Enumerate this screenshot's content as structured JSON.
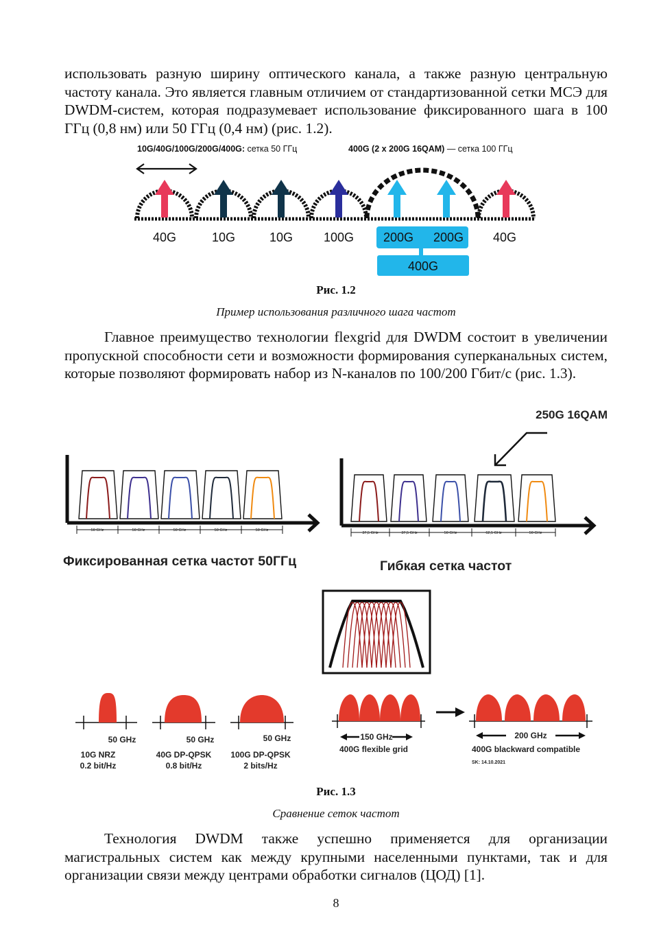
{
  "paragraphs": {
    "p1": "использовать разную ширину оптического канала, а также разную центральную частоту канала. Это является главным отличием от стандартизованной сетки МСЭ для DWDM-систем, которая подразумевает использование фиксированного шага в 100 ГГц (0,8 нм) или 50 ГГц (0,4 нм) (рис. 1.2).",
    "p2": "Главное преимущество технологии flexgrid для DWDM состоит в увеличении пропускной способности сети и возможности формирования суперканальных систем, которые позволяют формировать набор из N-каналов по 100/200 Гбит/с (рис. 1.3).",
    "p3": "Технология DWDM также успешно применяется для организации магистральных систем как между крупными населенными пунктами, так и для организации связи между центрами обработки сигналов (ЦОД) [1]."
  },
  "figure1": {
    "label_left_bold": "10G/40G/100G/200G/400G:",
    "label_left_rest": " сетка 50 ГГц",
    "label_right_bold": "400G (2 x 200G 16QAM)",
    "label_right_rest": " — сетка 100 ГГц",
    "channels": [
      "40G",
      "10G",
      "10G",
      "100G",
      "200G",
      "200G",
      "40G"
    ],
    "super_label": "400G",
    "caption_num": "Рис. 1.2",
    "caption_text": "Пример использования различного шага частот",
    "colors": {
      "red": "#e8395a",
      "navy": "#10344a",
      "blue": "#2a2e9c",
      "cyan": "#22b6ea"
    }
  },
  "figure2": {
    "top_right_label": "250G 16QAM",
    "left_title": "Фиксированная сетка частот 50ГГц",
    "right_title": "Гибкая сетка частот",
    "left_spacings": [
      "50 GHz",
      "50 GHz",
      "50 GHz",
      "50 GHz",
      "50 GHz"
    ],
    "right_spacings": [
      "37,5 GHz",
      "37,5 GHz",
      "50 GHz",
      "62,5 GHz",
      "50 GHz"
    ],
    "bottom_items": [
      {
        "spacing": "50 GHz",
        "line1": "10G NRZ",
        "line2": "0.2 bit/Hz"
      },
      {
        "spacing": "50 GHz",
        "line1": "40G DP-QPSK",
        "line2": "0.8 bit/Hz"
      },
      {
        "spacing": "50 GHz",
        "line1": "100G DP-QPSK",
        "line2": "2 bits/Hz"
      }
    ],
    "flex_spacing": "150 GHz",
    "flex_label": "400G flexible grid",
    "compat_spacing": "200 GHz",
    "compat_label": "400G blackward compatible",
    "signature": "SK: 14.10.2021",
    "caption_num": "Рис. 1.3",
    "caption_text": "Сравнение сеток частот"
  },
  "page_number": "8"
}
